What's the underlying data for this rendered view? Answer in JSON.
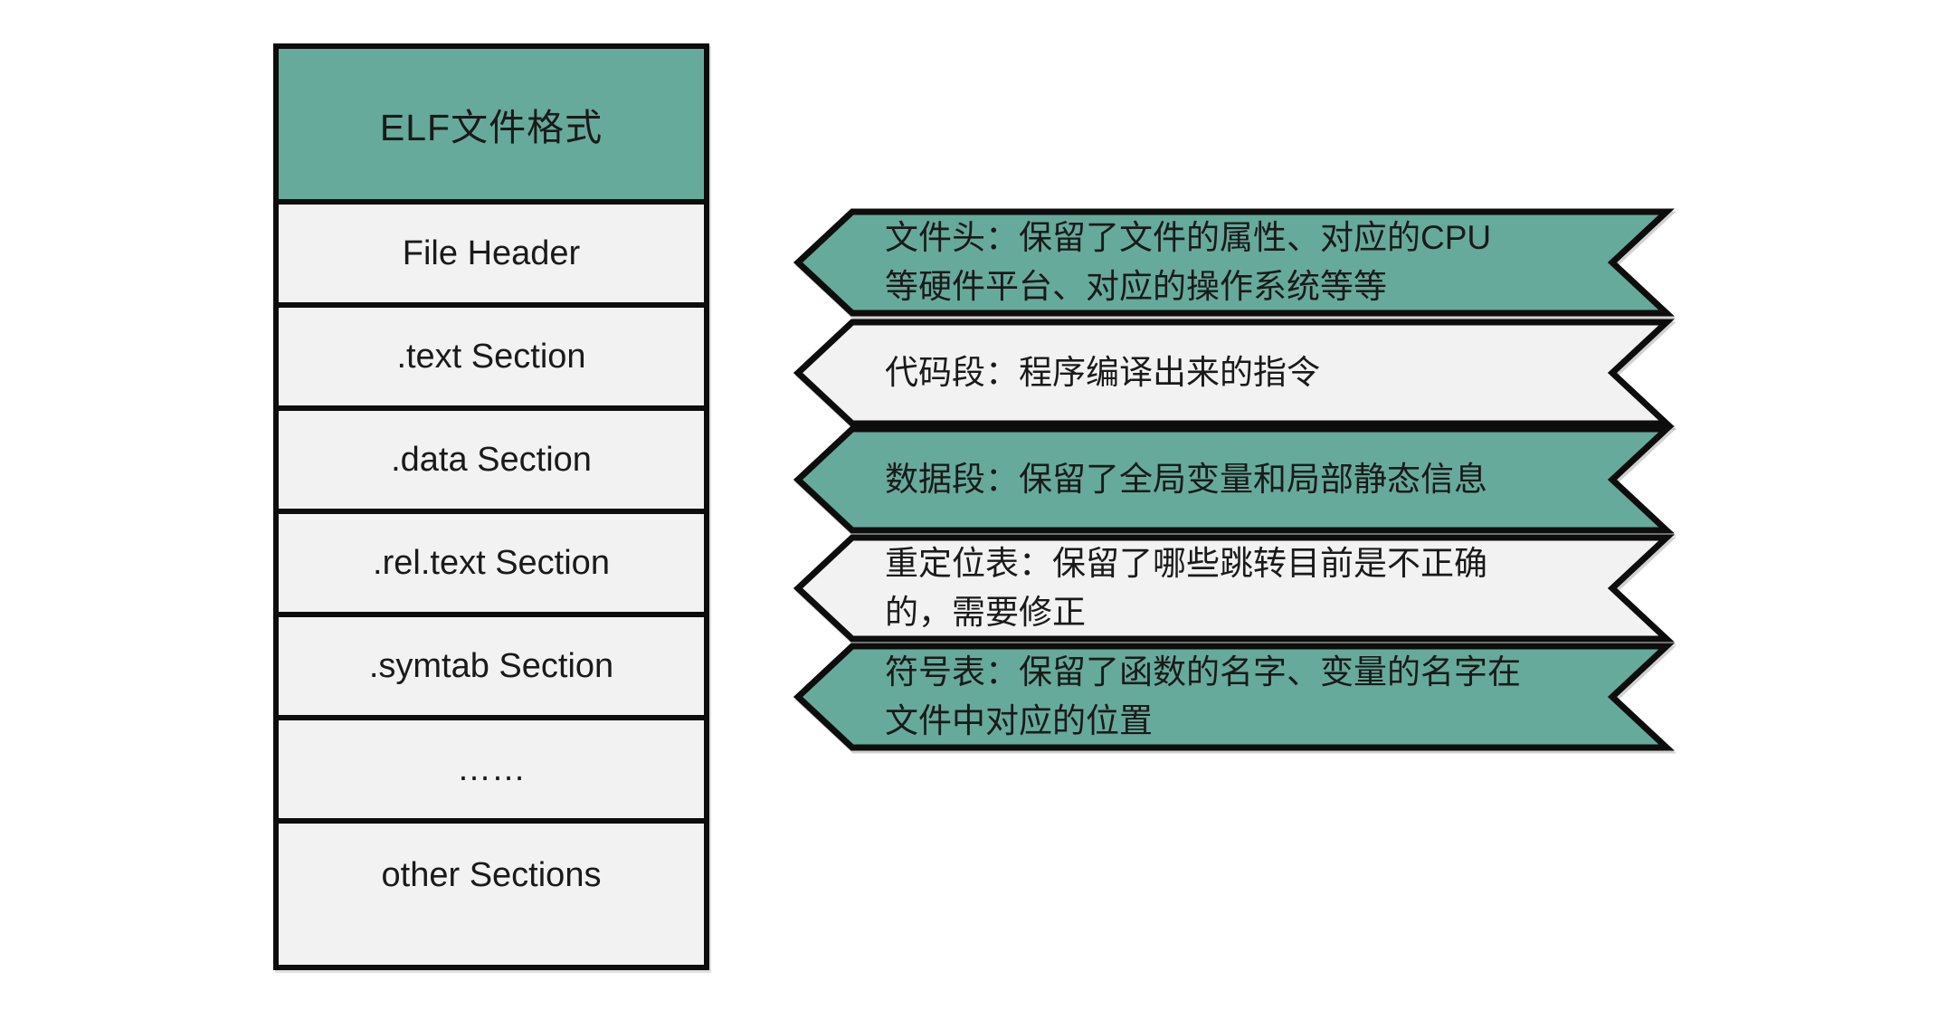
{
  "diagram": {
    "title": "ELF文件格式",
    "table_rows": [
      {
        "label": "File Header"
      },
      {
        "label": ".text Section"
      },
      {
        "label": ".data Section"
      },
      {
        "label": ".rel.text Section"
      },
      {
        "label": ".symtab Section"
      },
      {
        "label": "……"
      },
      {
        "label": "other Sections"
      }
    ],
    "banners": [
      {
        "text": "文件头：保留了文件的属性、对应的CPU\n等硬件平台、对应的操作系统等等",
        "variant": "teal"
      },
      {
        "text": "代码段：程序编译出来的指令",
        "variant": "light"
      },
      {
        "text": "数据段：保留了全局变量和局部静态信息",
        "variant": "teal"
      },
      {
        "text": "重定位表：保留了哪些跳转目前是不正确\n的，需要修正",
        "variant": "light"
      },
      {
        "text": "符号表：保留了函数的名字、变量的名字在\n文件中对应的位置",
        "variant": "teal"
      }
    ]
  },
  "colors": {
    "teal": "#66aa9b",
    "light": "#f2f2f2",
    "outline": "#0d0d0d",
    "text": "#1a1a1a",
    "background": "#ffffff"
  }
}
